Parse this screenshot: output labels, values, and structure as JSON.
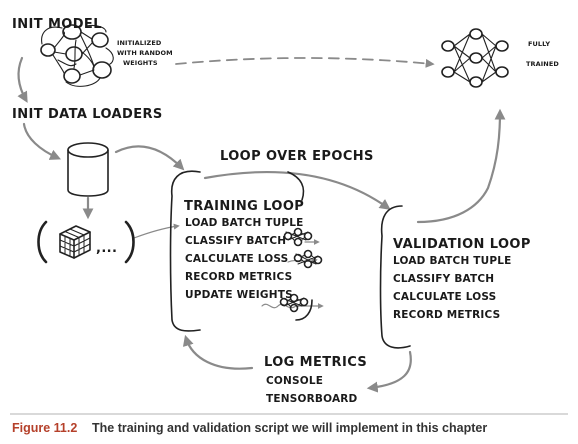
{
  "nodes": {
    "init_model": "INIT MODEL",
    "init_model_note": [
      "INITIALIZED",
      "WITH RANDOM",
      "WEIGHTS"
    ],
    "fully_trained_note": [
      "FULLY",
      "TRAINED"
    ],
    "init_data_loaders": "INIT DATA LOADERS",
    "batch_tuple": "(   ,...)",
    "loop_over_epochs": "LOOP OVER EPOCHS",
    "training_loop": {
      "title": "TRAINING LOOP",
      "steps": [
        "LOAD BATCH TUPLE",
        "CLASSIFY BATCH",
        "CALCULATE LOSS",
        "RECORD METRICS",
        "UPDATE WEIGHTS"
      ]
    },
    "validation_loop": {
      "title": "VALIDATION LOOP",
      "steps": [
        "LOAD BATCH TUPLE",
        "CLASSIFY BATCH",
        "CALCULATE LOSS",
        "RECORD METRICS"
      ]
    },
    "log_metrics": {
      "title": "LOG METRICS",
      "steps": [
        "CONSOLE",
        "TENSORBOARD"
      ]
    }
  },
  "caption": {
    "number": "Figure 11.2",
    "text": "The training and validation script we will implement in this chapter"
  },
  "colors": {
    "ink": "#1a1a1a",
    "arrow": "#8a8a8a",
    "caption_accent": "#b5402a"
  }
}
